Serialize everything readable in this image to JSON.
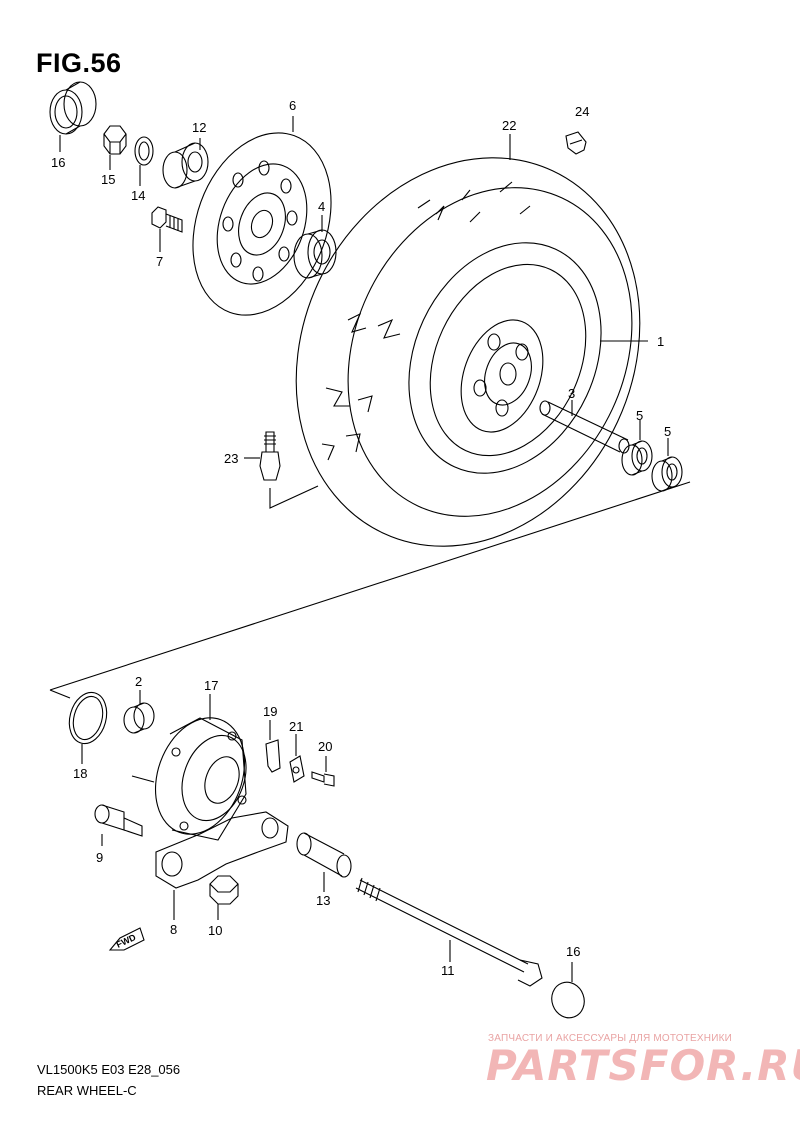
{
  "figure": {
    "title": "FIG.56",
    "code": "VL1500K5 E03 E28_056",
    "name": "REAR WHEEL-C"
  },
  "callouts": [
    {
      "id": "1",
      "text": "1"
    },
    {
      "id": "2",
      "text": "2"
    },
    {
      "id": "3",
      "text": "3"
    },
    {
      "id": "4",
      "text": "4"
    },
    {
      "id": "5a",
      "text": "5"
    },
    {
      "id": "5b",
      "text": "5"
    },
    {
      "id": "6",
      "text": "6"
    },
    {
      "id": "7",
      "text": "7"
    },
    {
      "id": "8",
      "text": "8"
    },
    {
      "id": "9",
      "text": "9"
    },
    {
      "id": "10",
      "text": "10"
    },
    {
      "id": "11",
      "text": "11"
    },
    {
      "id": "12",
      "text": "12"
    },
    {
      "id": "13",
      "text": "13"
    },
    {
      "id": "14",
      "text": "14"
    },
    {
      "id": "15",
      "text": "15"
    },
    {
      "id": "16a",
      "text": "16"
    },
    {
      "id": "16b",
      "text": "16"
    },
    {
      "id": "17",
      "text": "17"
    },
    {
      "id": "18",
      "text": "18"
    },
    {
      "id": "19",
      "text": "19"
    },
    {
      "id": "20",
      "text": "20"
    },
    {
      "id": "21",
      "text": "21"
    },
    {
      "id": "22",
      "text": "22"
    },
    {
      "id": "23",
      "text": "23"
    },
    {
      "id": "24",
      "text": "24"
    }
  ],
  "fwd_arrow": {
    "text": "FWD"
  },
  "watermark": {
    "tagline": "ЗАПЧАСТИ И АКСЕССУАРЫ ДЛЯ МОТОТЕХНИКИ",
    "logo": "PARTSFOR.RU"
  }
}
